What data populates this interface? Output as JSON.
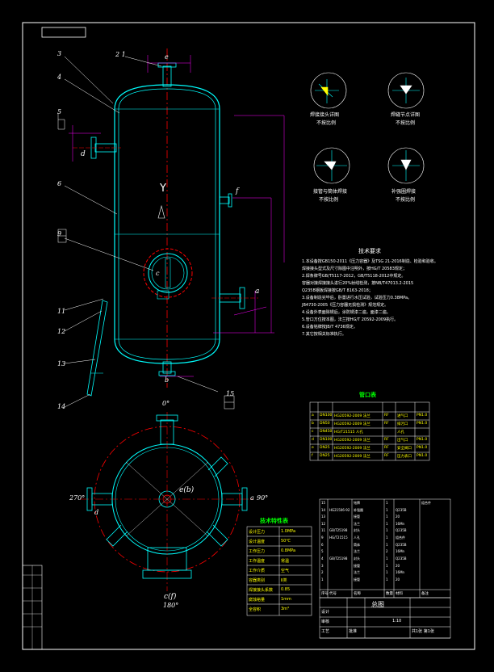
{
  "colors": {
    "background": "#000000",
    "frame": "#ffffff",
    "shell": "#00ffff",
    "centerline": "#ff0000",
    "dimension": "#ff00ff",
    "text": "#ffffff",
    "callout": "#00ff00",
    "table_title": "#00ff00",
    "table_text": "#ffff00"
  },
  "elevation_view": {
    "part_labels": [
      "3",
      "4",
      "5",
      "6",
      "9",
      "11",
      "12",
      "13",
      "14",
      "2 1",
      "15"
    ],
    "alt_labels": {
      "num_5": "5",
      "num_9": "9",
      "num_15": "15"
    },
    "nozzle_letters": {
      "top": "e",
      "left": "d",
      "right": "f",
      "side": "a",
      "bottom": "b",
      "manhole": "c"
    },
    "center_mark": "Y"
  },
  "plan_view": {
    "angles": {
      "top": "0°",
      "right": "90°",
      "left": "270°",
      "bottom": "180°"
    },
    "letters": {
      "right": "a",
      "left": "d",
      "center": "e(b)",
      "bottom": "c(f)"
    }
  },
  "weld_details": {
    "captions": [
      "焊接接头详图",
      "焊缝节点详图",
      "接管与筒体焊接",
      "补强圈焊接"
    ],
    "scale_text": "不按比例"
  },
  "technical_requirements": {
    "title": "技术要求",
    "lines": [
      "1.本设备按GB150-2011《压力容器》及TSG 21-2016制造、检验和验收。",
      "焊接接头型式及尺寸除图中注明外，按HG/T 20583规定；",
      "2.焊条牌号GB/T5117-2012，GB/T5118-2012中规定。",
      "容器对接焊接接头进行20%射线检测，按NB/T47013.2-2015",
      "Q235B钢板焊接按GB/T 8163-2018；",
      "3.设备制造完毕后，卧置进行水压试验，试验压力0.38MPa。",
      "JB4730-2005《压力容器无损检测》规范规定。",
      "4.设备外表面除锈后，涂防锈漆二遍，面漆二遍。",
      "5.管口方位按本图，法兰按HG/T 20592-2009执行。",
      "6.设备铭牌按JB/T 4736规定。",
      "7.其它按相关标准执行。"
    ]
  },
  "nozzle_table": {
    "title": "管口表",
    "rows": [
      [
        "a",
        "DN100",
        "HG20592-2009 法兰",
        "RF",
        "进气口",
        "PN1.0"
      ],
      [
        "b",
        "DN50",
        "HG20592-2009 法兰",
        "RF",
        "排污口",
        "PN1.0"
      ],
      [
        "c",
        "DN450",
        "HG/T21515 人孔",
        "",
        "人孔",
        ""
      ],
      [
        "d",
        "DN100",
        "HG20592-2009 法兰",
        "RF",
        "出气口",
        "PN1.0"
      ],
      [
        "e",
        "DN25",
        "HG20592-2009 法兰",
        "RF",
        "安全阀口",
        "PN1.0"
      ],
      [
        "f",
        "DN25",
        "HG20592-2009 法兰",
        "RF",
        "压力表口",
        "PN1.0"
      ]
    ]
  },
  "design_table": {
    "title": "技术特性表",
    "rows": [
      [
        "设计压力",
        "1.0MPa"
      ],
      [
        "设计温度",
        "50℃"
      ],
      [
        "工作压力",
        "0.8MPa"
      ],
      [
        "工作温度",
        "常温"
      ],
      [
        "工作介质",
        "空气"
      ],
      [
        "容器类别",
        "Ⅱ类"
      ],
      [
        "焊接接头系数",
        "0.85"
      ],
      [
        "腐蚀裕量",
        "1mm"
      ],
      [
        "全容积",
        "3m³"
      ]
    ]
  },
  "parts_list": {
    "rows": [
      [
        "15",
        "",
        "铭牌",
        "1",
        "",
        "组合件"
      ],
      [
        "14",
        "HG21506-92",
        "补强圈",
        "1",
        "Q235B",
        ""
      ],
      [
        "13",
        "",
        "接管",
        "1",
        "20",
        ""
      ],
      [
        "12",
        "",
        "法兰",
        "1",
        "16Mn",
        ""
      ],
      [
        "11",
        "GB/T25198",
        "封头",
        "1",
        "Q235B",
        ""
      ],
      [
        "9",
        "HG/T21515",
        "人孔",
        "1",
        "组合件",
        ""
      ],
      [
        "6",
        "",
        "筒体",
        "1",
        "Q235B",
        ""
      ],
      [
        "5",
        "",
        "法兰",
        "2",
        "16Mn",
        ""
      ],
      [
        "4",
        "GB/T25198",
        "封头",
        "1",
        "Q235B",
        ""
      ],
      [
        "3",
        "",
        "接管",
        "1",
        "20",
        ""
      ],
      [
        "2",
        "",
        "法兰",
        "1",
        "16Mn",
        ""
      ],
      [
        "1",
        "",
        "接管",
        "1",
        "20",
        ""
      ]
    ],
    "headers": [
      "序号",
      "代号",
      "名称",
      "数量",
      "材料",
      "备注"
    ]
  },
  "title_block": {
    "drawing_title": "总图",
    "labels": [
      "设计",
      "审核",
      "工艺",
      "批准"
    ],
    "scale": "1:10",
    "sheet": "共1张 第1张"
  }
}
